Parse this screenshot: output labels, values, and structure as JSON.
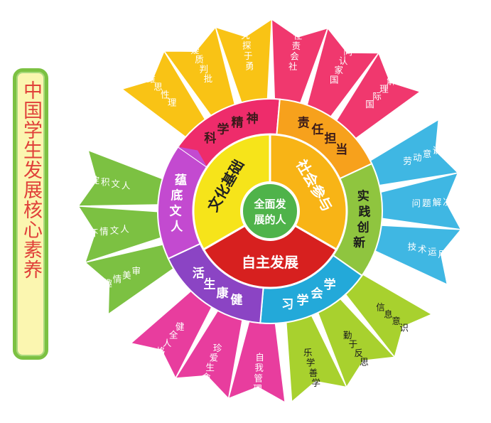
{
  "title": "中国学生发展核心素养",
  "center": {
    "line1": "全面发",
    "line2": "展的人"
  },
  "domains": [
    {
      "label": "文化基础",
      "color": "#f6e41a",
      "text_color": "#222222"
    },
    {
      "label": "社会参与",
      "color": "#f8b416",
      "text_color": "#ffffff"
    },
    {
      "label": "自主发展",
      "color": "#d7201f",
      "text_color": "#ffffff"
    }
  ],
  "qualities": [
    {
      "label": "科学精神",
      "color": "#ee2c6b",
      "text_color": "#3a1a1a",
      "points": [
        "批判质疑",
        "勇于探究",
        "理性思维"
      ]
    },
    {
      "label": "责任担当",
      "color": "#f7a11c",
      "text_color": "#3a1a1a",
      "points": [
        "社会责任",
        "国家认同",
        "国际理解"
      ]
    },
    {
      "label": "实践创新",
      "color": "#8fc53f",
      "text_color": "#1c1c1c",
      "points": [
        "劳动意识",
        "问题解决",
        "技术运用"
      ]
    },
    {
      "label": "学会学习",
      "color": "#23a9d9",
      "text_color": "#ffffff",
      "points": [
        "乐学善学",
        "勤于反思",
        "信息意识"
      ]
    },
    {
      "label": "健康生活",
      "color": "#8b44c4",
      "text_color": "#ffffff",
      "points": [
        "珍爱生命",
        "健全人格",
        "自我管理"
      ]
    },
    {
      "label": "人文底蕴",
      "color": "#c34ad0",
      "text_color": "#ffffff",
      "points": [
        "人文积淀",
        "人文情怀",
        "审美情趣"
      ]
    }
  ],
  "petals": [
    {
      "text": "理性思维",
      "color": "#f9c315",
      "text_color": "#ffffff"
    },
    {
      "text": "批判质疑",
      "color": "#f9c315",
      "text_color": "#ffffff"
    },
    {
      "text": "勇于探究",
      "color": "#f9c315",
      "text_color": "#ffffff"
    },
    {
      "text": "社会责任",
      "color": "#f0386e",
      "text_color": "#ffffff"
    },
    {
      "text": "国家认同",
      "color": "#f0386e",
      "text_color": "#ffffff"
    },
    {
      "text": "国际理解",
      "color": "#f0386e",
      "text_color": "#ffffff"
    },
    {
      "text": "劳动意识",
      "color": "#3fb7e3",
      "text_color": "#ffffff"
    },
    {
      "text": "问题解决",
      "color": "#3fb7e3",
      "text_color": "#ffffff"
    },
    {
      "text": "技术运用",
      "color": "#3fb7e3",
      "text_color": "#ffffff"
    },
    {
      "text": "信息意识",
      "color": "#a8d12e",
      "text_color": "#1c1c1c"
    },
    {
      "text": "勤于反思",
      "color": "#a8d12e",
      "text_color": "#1c1c1c"
    },
    {
      "text": "乐学善学",
      "color": "#a8d12e",
      "text_color": "#1c1c1c"
    },
    {
      "text": "自我管理",
      "color": "#e83d9e",
      "text_color": "#ffffff"
    },
    {
      "text": "珍爱生命",
      "color": "#e83d9e",
      "text_color": "#ffffff"
    },
    {
      "text": "健全人格",
      "color": "#e83d9e",
      "text_color": "#ffffff"
    },
    {
      "text": "审美情趣",
      "color": "#7cc142",
      "text_color": "#ffffff"
    },
    {
      "text": "人文情怀",
      "color": "#7cc142",
      "text_color": "#ffffff"
    },
    {
      "text": "人文积淀",
      "color": "#7cc142",
      "text_color": "#ffffff"
    }
  ]
}
